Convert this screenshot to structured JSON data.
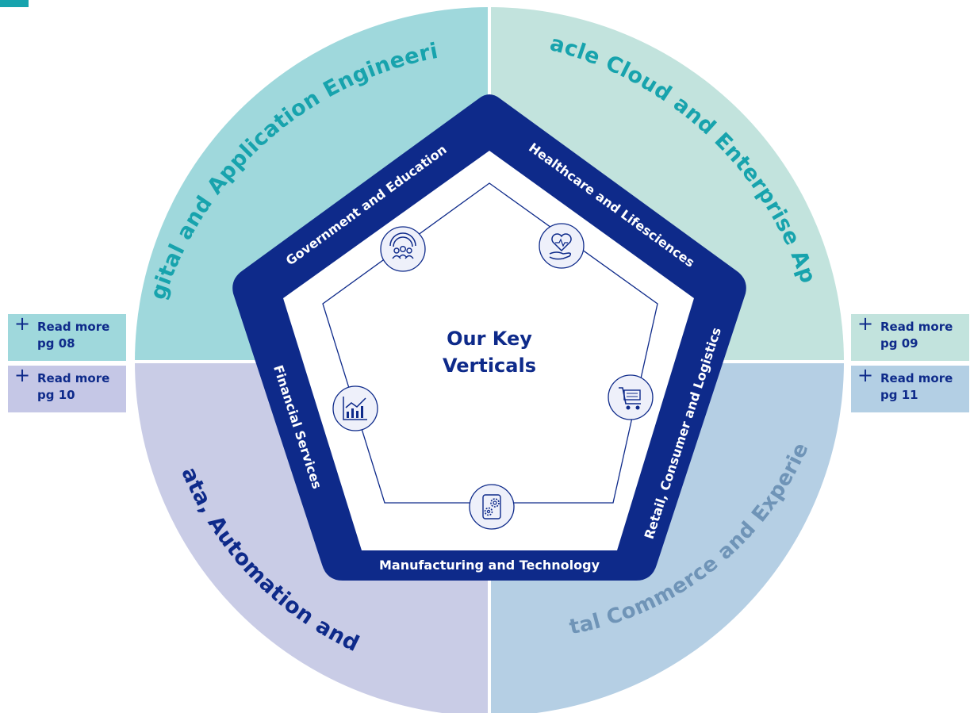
{
  "center_title": {
    "line1": "Our Key",
    "line2": "Verticals"
  },
  "quadrants": [
    {
      "id": "top-left",
      "label": "Digital and Application Engineering",
      "color": "#9fd8dc",
      "text_color": "#17a3ad"
    },
    {
      "id": "top-right",
      "label": "Oracle Cloud and Enterprise Apps",
      "color": "#c2e3dd",
      "text_color": "#17a3ad"
    },
    {
      "id": "bottom-left",
      "label": "Data, Automation and AI",
      "color": "#c9cce6",
      "text_color": "#0e2a8a"
    },
    {
      "id": "bottom-right",
      "label": "Digital Commerce and Experience",
      "color": "#b5cfe4",
      "text_color": "#6f94b7"
    }
  ],
  "verticals": [
    {
      "label": "Government and Education",
      "icon": "community-people-icon"
    },
    {
      "label": "Healthcare and Lifesciences",
      "icon": "heart-in-hand-icon"
    },
    {
      "label": "Retail, Consumer and Logistics",
      "icon": "shopping-cart-icon"
    },
    {
      "label": "Manufacturing and Technology",
      "icon": "gears-device-icon"
    },
    {
      "label": "Financial Services",
      "icon": "growth-chart-icon"
    }
  ],
  "read_more": [
    {
      "id": "rm-08",
      "line1": "Read more",
      "line2": "pg 08"
    },
    {
      "id": "rm-09",
      "line1": "Read more",
      "line2": "pg 09"
    },
    {
      "id": "rm-10",
      "line1": "Read more",
      "line2": "pg 10"
    },
    {
      "id": "rm-11",
      "line1": "Read more",
      "line2": "pg 11"
    }
  ],
  "colors": {
    "navy": "#0e2a8a",
    "teal": "#17a3ad",
    "divider": "#ffffff"
  }
}
